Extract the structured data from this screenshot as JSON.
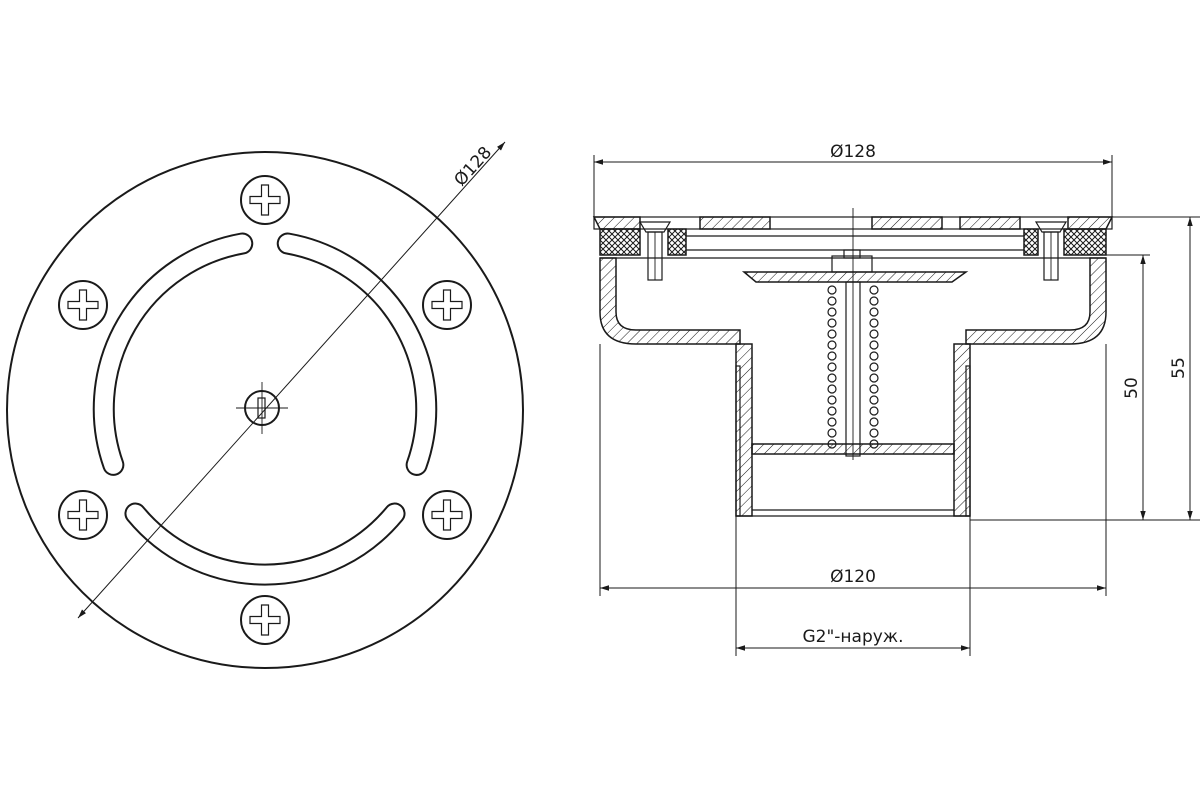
{
  "colors": {
    "ink": "#1a1a1a",
    "paper": "#ffffff"
  },
  "top_view": {
    "diameter_label": "Ø128"
  },
  "side_view": {
    "top_diameter_label": "Ø128",
    "bottom_diameter_label": "Ø120",
    "thread_label": "G2\"-наруж.",
    "height_inner_label": "50",
    "height_total_label": "55"
  }
}
